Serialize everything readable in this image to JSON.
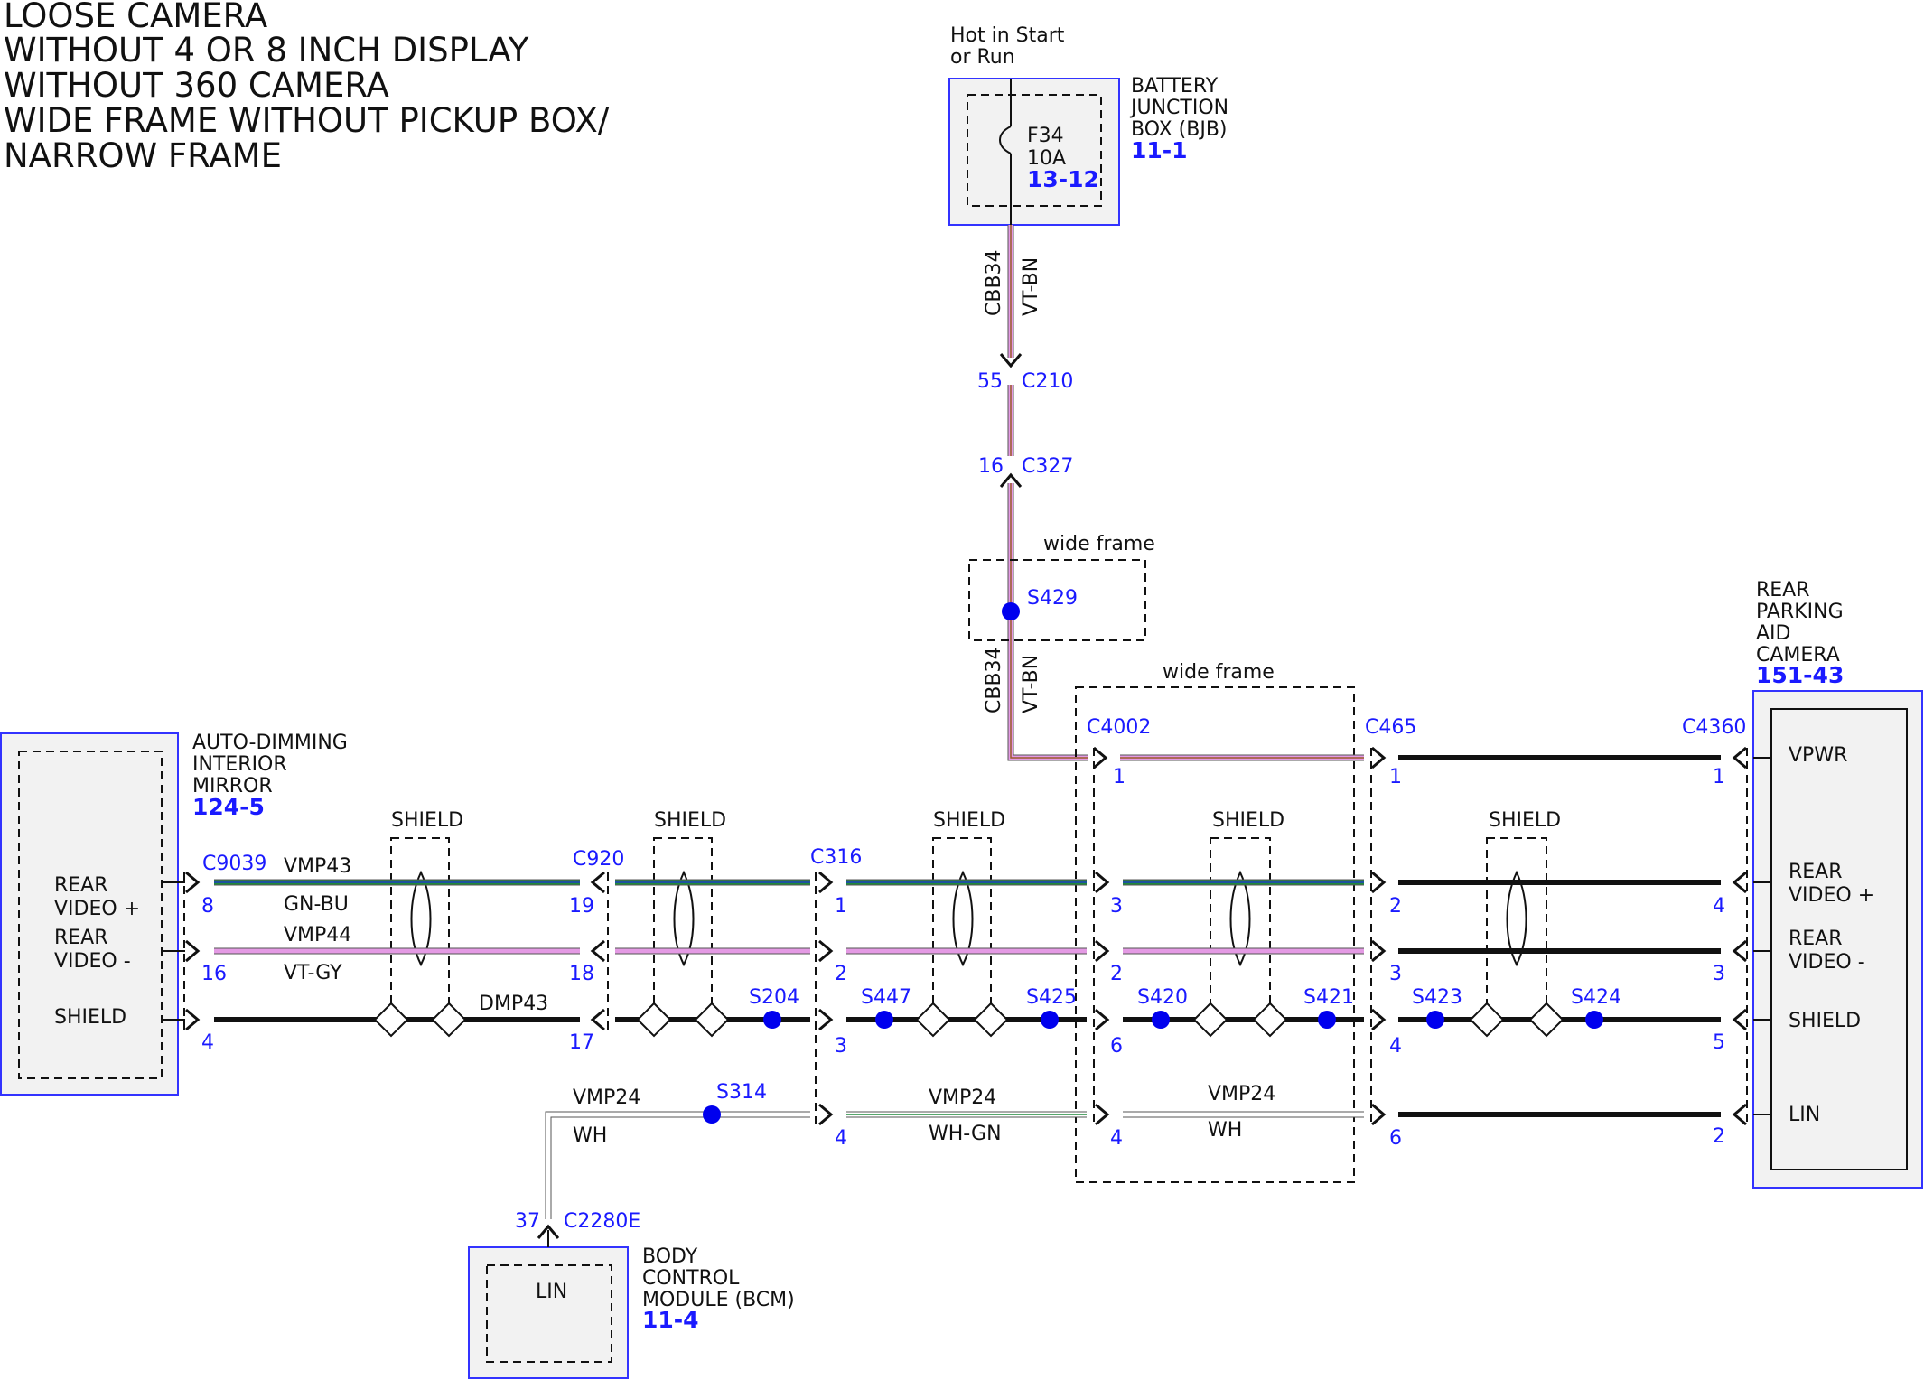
{
  "title": {
    "lines": [
      "LOOSE CAMERA",
      "WITHOUT 4 OR 8 INCH DISPLAY",
      "WITHOUT 360 CAMERA",
      "WIDE FRAME WITHOUT PICKUP BOX/",
      "NARROW FRAME"
    ]
  },
  "colors": {
    "violet": "#e49ae4",
    "brown": "#9a5a2a",
    "green": "#1f8a3a",
    "blue": "#1f3fbf",
    "white": "#ffffff",
    "black": "#111111",
    "accent": "#1a1aff"
  },
  "bjb": {
    "supply": [
      "Hot in Start",
      "or Run"
    ],
    "fuse_id": "F34",
    "fuse_rating": "10A",
    "fuse_ref": "13-12",
    "name": [
      "BATTERY",
      "JUNCTION",
      "BOX (BJB)"
    ],
    "ref": "11-1",
    "fuse_icon": "fuse-icon"
  },
  "circuit_cbb34": {
    "id": "CBB34",
    "color": "VT-BN"
  },
  "vertical_connectors": {
    "c210": {
      "pin": "55",
      "name": "C210"
    },
    "c327": {
      "pin": "16",
      "name": "C327"
    }
  },
  "wide_frame_label": "wide frame",
  "splice_s429": "S429",
  "mirror": {
    "name": [
      "AUTO-DIMMING",
      "INTERIOR",
      "MIRROR"
    ],
    "ref": "124-5",
    "pins": [
      "REAR",
      "VIDEO +",
      "REAR",
      "VIDEO -",
      "SHIELD"
    ]
  },
  "camera": {
    "name": [
      "REAR",
      "PARKING",
      "AID",
      "CAMERA"
    ],
    "ref": "151-43",
    "pins": [
      "VPWR",
      "REAR",
      "VIDEO +",
      "REAR",
      "VIDEO -",
      "SHIELD",
      "LIN"
    ]
  },
  "bcm": {
    "name": [
      "BODY",
      "CONTROL",
      "MODULE (BCM)"
    ],
    "ref": "11-4",
    "pin": "LIN",
    "connector_pin": "37",
    "connector": "C2280E"
  },
  "connectors": {
    "c9039": "C9039",
    "c920": "C920",
    "c316": "C316",
    "c4002": "C4002",
    "c465": "C465",
    "c4360": "C4360"
  },
  "pins": {
    "c9039": [
      "8",
      "16",
      "4"
    ],
    "c920": [
      "19",
      "18",
      "17"
    ],
    "c316": [
      "1",
      "2",
      "3",
      "4"
    ],
    "c4002": [
      "1",
      "3",
      "2",
      "6",
      "4"
    ],
    "c465": [
      "1",
      "2",
      "3",
      "4",
      "6"
    ],
    "c4360": [
      "1",
      "4",
      "3",
      "5",
      "2"
    ]
  },
  "circuits": {
    "vmp43": {
      "id": "VMP43",
      "color": "GN-BU"
    },
    "vmp44": {
      "id": "VMP44",
      "color": "VT-GY"
    },
    "dmp43": {
      "id": "DMP43"
    },
    "vmp24": {
      "id": "VMP24",
      "color_a": "WH",
      "color_b": "WH-GN",
      "color_c": "WH"
    }
  },
  "shield_label": "SHIELD",
  "splices": [
    "S204",
    "S447",
    "S425",
    "S420",
    "S421",
    "S423",
    "S424",
    "S314"
  ]
}
